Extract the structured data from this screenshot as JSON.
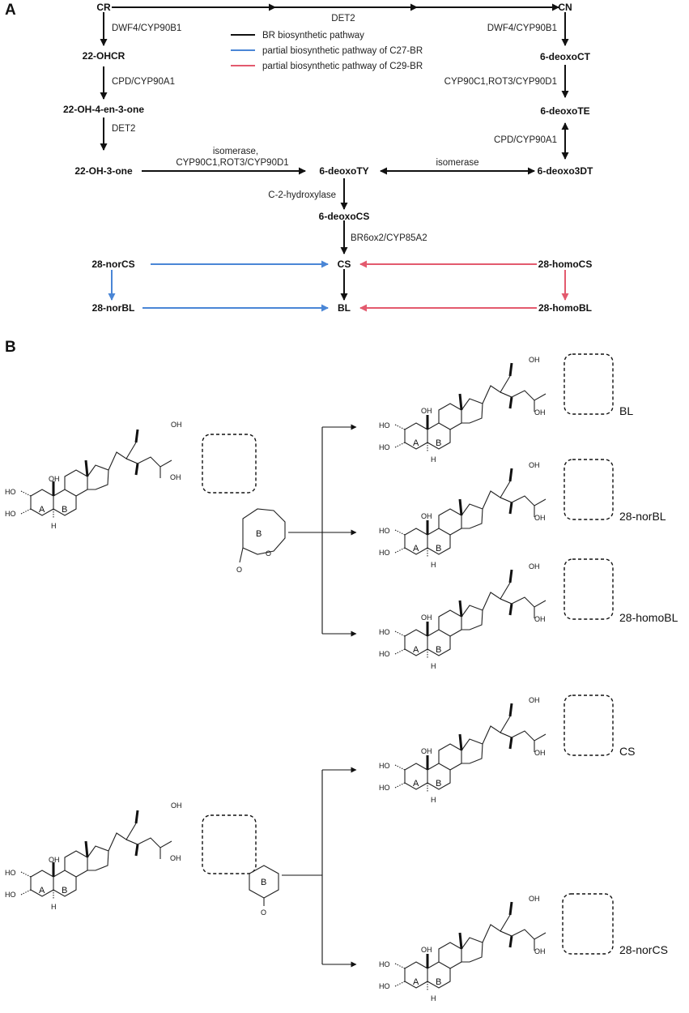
{
  "panel_labels": {
    "a": "A",
    "b": "B"
  },
  "colors": {
    "black": "#111111",
    "blue": "#4a86d6",
    "red": "#e35a6e"
  },
  "legend": [
    {
      "label": "BR biosynthetic pathway",
      "color": "#111111"
    },
    {
      "label": "partial biosynthetic pathway of C27-BR",
      "color": "#4a86d6"
    },
    {
      "label": "partial biosynthetic pathway of C29-BR",
      "color": "#e35a6e"
    }
  ],
  "compounds": {
    "cr": "CR",
    "cn": "CN",
    "ohcr": "22-OHCR",
    "en3one": "22-OH-4-en-3-one",
    "oh3one": "22-OH-3-one",
    "deoxoct": "6-deoxoCT",
    "deoxote": "6-deoxoTE",
    "deoxo3dt": "6-deoxo3DT",
    "deoxoty": "6-deoxoTY",
    "deoxocs": "6-deoxoCS",
    "cs": "CS",
    "bl": "BL",
    "norcs": "28-norCS",
    "norbl": "28-norBL",
    "homocs": "28-homoCS",
    "homobl": "28-homoBL"
  },
  "enzymes": {
    "det2_top": "DET2",
    "dwf4_left": "DWF4/CYP90B1",
    "cpd_left": "CPD/CYP90A1",
    "det2_left": "DET2",
    "iso_1": "isomerase,",
    "iso_2": "CYP90C1,ROT3/CYP90D1",
    "dwf4_right": "DWF4/CYP90B1",
    "cyp_right": "CYP90C1,ROT3/CYP90D1",
    "cpd_right": "CPD/CYP90A1",
    "isomerase": "isomerase",
    "c2": "C-2-hydroxylase",
    "br6ox2": "BR6ox2/CYP85A2"
  },
  "structures": {
    "ring_a": "A",
    "ring_b": "B",
    "oh": "OH",
    "ho": "HO",
    "h": "H",
    "o": "O",
    "names": {
      "bl": "BL",
      "norbl": "28-norBL",
      "homobl": "28-homoBL",
      "cs": "CS",
      "norcs": "28-norCS"
    }
  }
}
